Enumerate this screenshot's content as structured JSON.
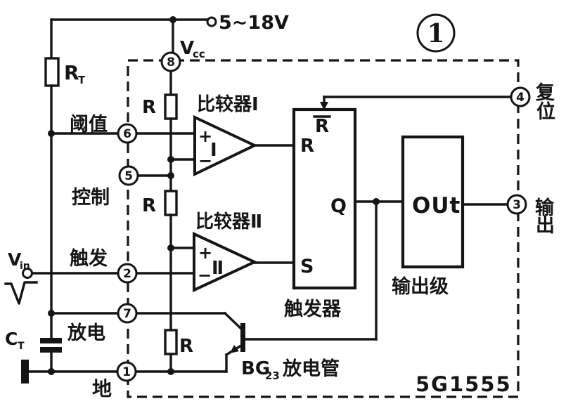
{
  "colors": {
    "ink": "#151515",
    "paper": "#ffffff"
  },
  "figure": {
    "number": "1",
    "chip": "5G1555"
  },
  "power": {
    "label": "5~18V",
    "vcc_main": "V",
    "vcc_sub": "cc"
  },
  "components": {
    "rt_main": "R",
    "rt_sub": "T",
    "ct_main": "C",
    "ct_sub": "T",
    "vin_main": "V",
    "vin_sub": "in",
    "r1": "R",
    "r2": "R",
    "r3": "R",
    "transistor_main": "BG",
    "transistor_sub": "23",
    "transistor_label": "放电管"
  },
  "pins": {
    "p8": {
      "num": "8"
    },
    "p6": {
      "num": "6",
      "name": "阈值"
    },
    "p5": {
      "num": "5",
      "name": "控制"
    },
    "p2": {
      "num": "2",
      "name": "触发"
    },
    "p7": {
      "num": "7",
      "name": "放电"
    },
    "p1": {
      "num": "1",
      "name": "地"
    },
    "p4": {
      "num": "4",
      "name_chars": [
        "复",
        "位"
      ]
    },
    "p3": {
      "num": "3",
      "name_chars": [
        "输",
        "出"
      ]
    }
  },
  "comparators": {
    "comp1_label": "比较器Ⅰ",
    "comp1_symbol": "Ⅰ",
    "comp2_label": "比较器Ⅱ",
    "comp2_symbol": "Ⅱ",
    "plus": "+",
    "minus": "−"
  },
  "flipflop": {
    "label": "触发器",
    "reset_bar": "R",
    "r_input": "R",
    "s_input": "S",
    "q_output": "Q"
  },
  "output_stage": {
    "label": "输出级",
    "box_text": "OUt"
  }
}
